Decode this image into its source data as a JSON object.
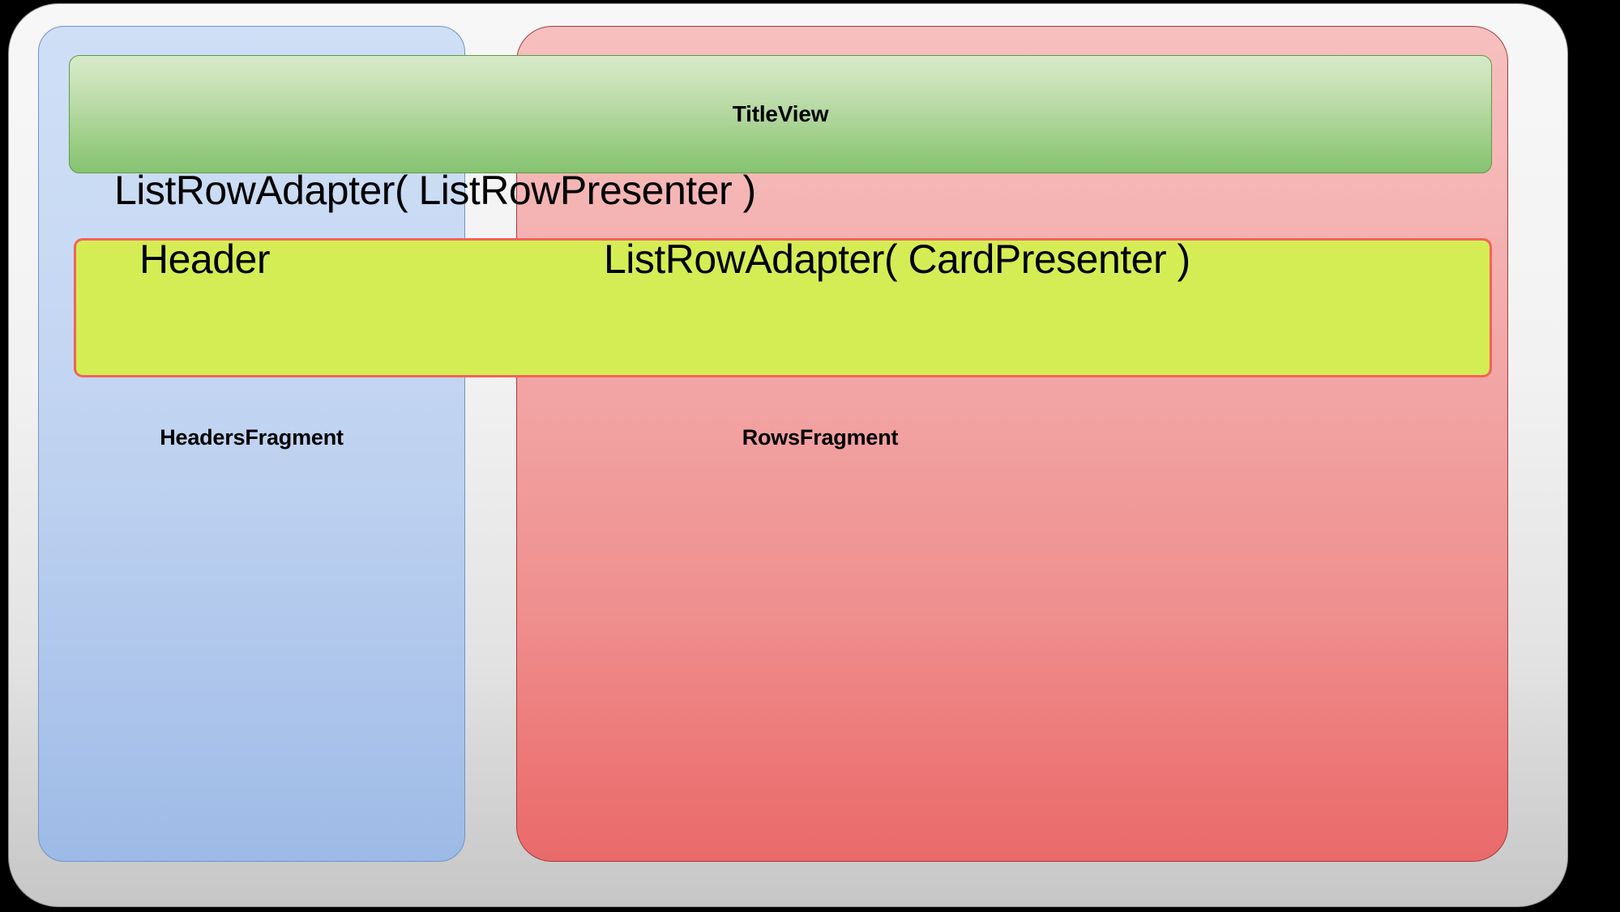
{
  "diagram": {
    "background_color": "#000000",
    "shell": {
      "name": "outer-shell"
    },
    "title_view": {
      "label": "TitleView",
      "fill_color": "#9ece88",
      "border_color": "#5f9b46"
    },
    "row_adapter_box": {
      "fill_color": "#d4ed55",
      "border_color": "#f4625a",
      "presenter_label": "ListRowAdapter( ListRowPresenter )",
      "header_label": "Header",
      "card_presenter_label": "ListRowAdapter( CardPresenter )"
    },
    "fragments": [
      {
        "name": "headers-fragment",
        "caption": "HeadersFragment",
        "fill_color": "#bdd1f0",
        "border_color": "#6f93c9"
      },
      {
        "name": "rows-fragment",
        "caption": "RowsFragment",
        "fill_color": "#f2a3a3",
        "border_color": "#a33b3b"
      }
    ]
  }
}
